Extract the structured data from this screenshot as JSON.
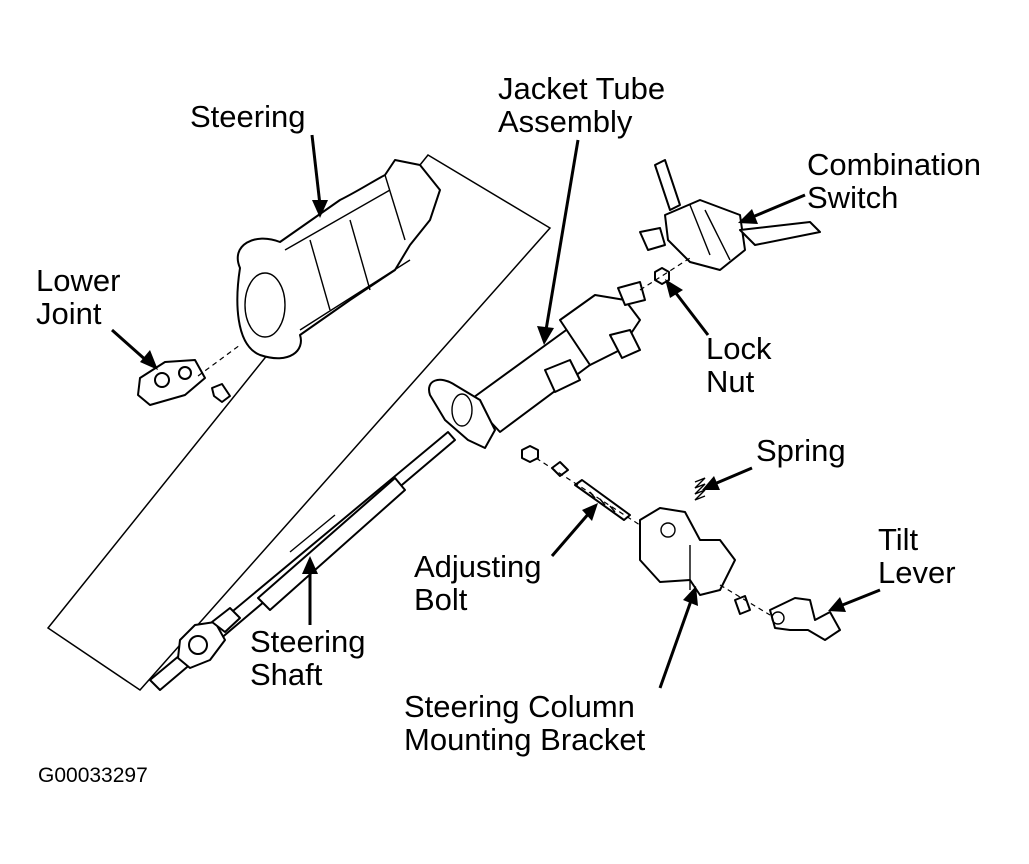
{
  "labels": {
    "steering": [
      "Steering"
    ],
    "jacket_tube": [
      "Jacket Tube",
      "Assembly"
    ],
    "combination_switch": [
      "Combination",
      "Switch"
    ],
    "lower_joint": [
      "Lower",
      "Joint"
    ],
    "lock_nut": [
      "Lock",
      "Nut"
    ],
    "spring": [
      "Spring"
    ],
    "adjusting_bolt": [
      "Adjusting",
      "Bolt"
    ],
    "tilt_lever": [
      "Tilt",
      "Lever"
    ],
    "steering_shaft": [
      "Steering",
      "Shaft"
    ],
    "mounting_bracket": [
      "Steering Column",
      "Mounting Bracket"
    ]
  },
  "figure_code": "G00033297",
  "icons": {
    "line_color": "#000000",
    "background": "#ffffff"
  }
}
